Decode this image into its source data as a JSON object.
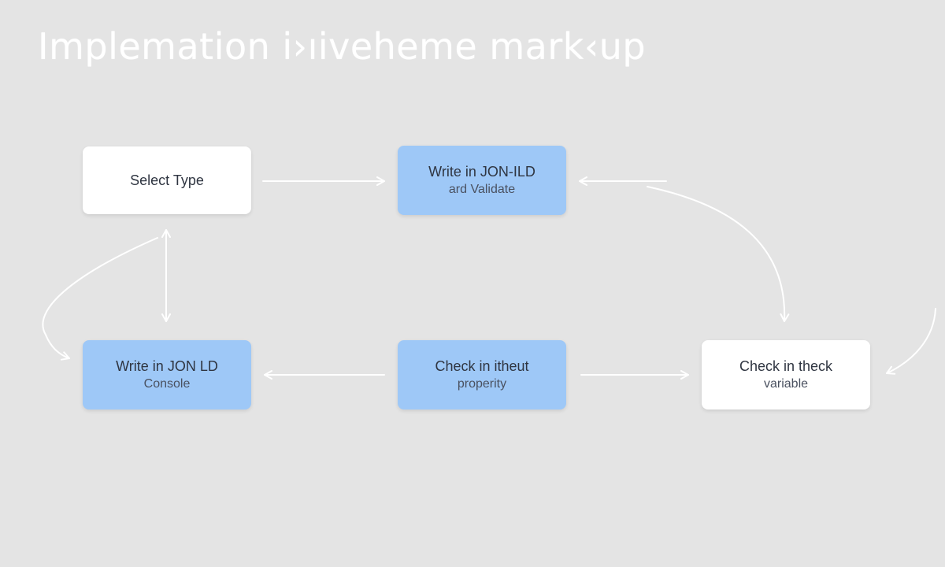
{
  "title": "Implemation i›ıiveheme mark‹up",
  "colors": {
    "background": "#e4e4e4",
    "node_white": "#ffffff",
    "node_blue": "#9ec8f7",
    "edge": "#ffffff",
    "text": "#2f3541"
  },
  "nodes": [
    {
      "id": "select-type",
      "style": "white",
      "line1": "Select Type",
      "line2": ""
    },
    {
      "id": "write-jsonld-validate",
      "style": "blue",
      "line1": "Write in JON-ILD",
      "line2": "ard Validate"
    },
    {
      "id": "write-json-console",
      "style": "blue",
      "line1": "Write in JON LD",
      "line2": "Console"
    },
    {
      "id": "check-property",
      "style": "blue",
      "line1": "Check in itheut",
      "line2": "properity"
    },
    {
      "id": "check-variable",
      "style": "white",
      "line1": "Check in theck",
      "line2": "variable"
    }
  ],
  "edges": [
    {
      "from": "select-type",
      "to": "write-jsonld-validate"
    },
    {
      "from": "select-type",
      "to": "write-json-console",
      "bidirectional": true
    },
    {
      "from": "select-type",
      "to": "write-json-console",
      "curved": true
    },
    {
      "from": "check-variable",
      "to": "write-jsonld-validate"
    },
    {
      "from": "write-jsonld-validate",
      "to": "check-variable",
      "curved": true
    },
    {
      "from": "check-property",
      "to": "write-json-console"
    },
    {
      "from": "check-property",
      "to": "check-variable"
    },
    {
      "from": "check-variable",
      "to": "check-variable",
      "curved": true,
      "note": "incoming arc from right edge"
    }
  ]
}
